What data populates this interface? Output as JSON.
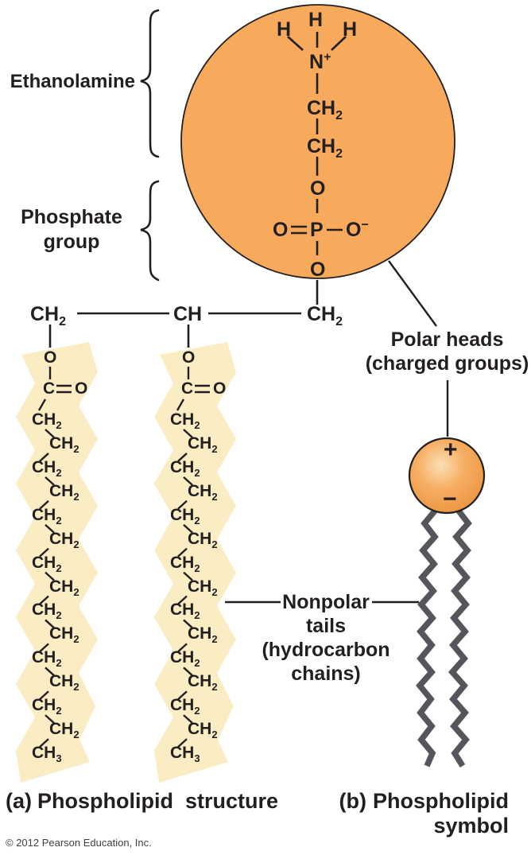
{
  "labels": {
    "ethanolamine": "Ethanolamine",
    "phosphate_group_line1": "Phosphate",
    "phosphate_group_line2": "group",
    "polar_heads_line1": "Polar heads",
    "polar_heads_line2": "(charged groups)",
    "nonpolar_line1": "Nonpolar",
    "nonpolar_line2": "tails",
    "nonpolar_line3": "(hydrocarbon",
    "nonpolar_line4": "chains)",
    "caption_a_tag": "(a)",
    "caption_a_text": "Phospholipid  structure",
    "caption_b_tag": "(b)",
    "caption_b_text": "Phospholipid",
    "caption_b_line2": "symbol",
    "copyright": "© 2012 Pearson Education, Inc."
  },
  "head_group": {
    "h1": "H",
    "h2": "H",
    "h3": "H",
    "n": "N",
    "n_charge": "+",
    "ch2a_base": "CH",
    "ch2a_sub": "2",
    "ch2b_base": "CH",
    "ch2b_sub": "2",
    "o_top": "O",
    "phosphate": {
      "o_left": "O",
      "p": "P",
      "o_right": "O",
      "o_right_charge": "−"
    },
    "o_bottom": "O"
  },
  "backbone": {
    "c1_base": "CH",
    "c1_sub": "2",
    "c2": "CH",
    "c3_base": "CH",
    "c3_sub": "2"
  },
  "fatty_acid_chain": {
    "ester_o": "O",
    "carbonyl_c": "C",
    "carbonyl_o": "O",
    "ch2_base": "CH",
    "ch2_sub": "2",
    "ch2_count": 14,
    "terminal_base": "CH",
    "terminal_sub": "3"
  },
  "symbol": {
    "plus": "+",
    "minus": "−"
  },
  "colors": {
    "head_fill": "#F7AA5B",
    "band_fill": "#FAEDC4",
    "tail_gray": "#54565B",
    "ink": "#231F20"
  }
}
